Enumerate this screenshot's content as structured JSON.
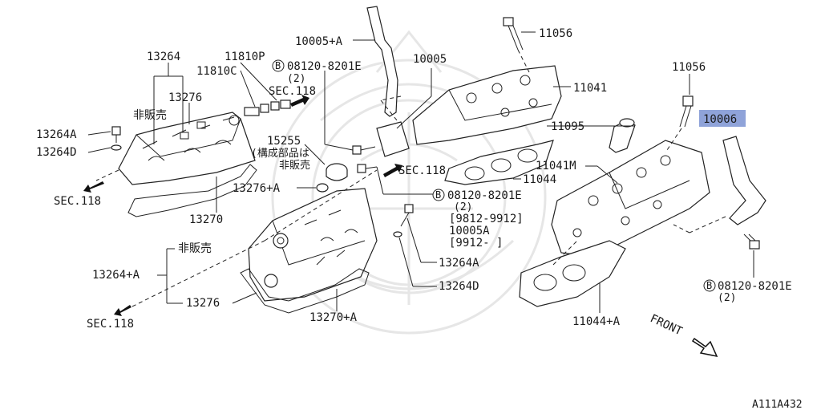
{
  "colors": {
    "highlight": "#8fa3d9",
    "ink": "#222222",
    "watermark": "#e6e6e6"
  },
  "labels": {
    "p13264": "13264",
    "p11810P": "11810P",
    "p11810C": "11810C",
    "b08120_top": "08120-8201E",
    "b_top_qty": "(2)",
    "sec118_top": "SEC.118",
    "p10005A": "10005+A",
    "p10005": "10005",
    "p11056_top": "11056",
    "p11041": "11041",
    "p13276_top": "13276",
    "hihanbai_top": "非販売",
    "p13264A": "13264A",
    "p13264D": "13264D",
    "sec118_left": "SEC.118",
    "p15255": "15255",
    "kousei": "(構成部品は",
    "hihanbai_mid": "非販売",
    "sec118_mid": "SEC.118",
    "p11095": "11095",
    "p11044": "11044",
    "p13276A": "13276+A",
    "p13270": "13270",
    "b08120_mid": "08120-8201E",
    "b_mid_qty": "(2)",
    "range1": "[9812-9912]",
    "p10005A2": "10005A",
    "range2": "[9912-  ]",
    "p11056_right": "11056",
    "p10006": "10006",
    "p11041M": "11041M",
    "hihanbai_low": "非販売",
    "p13264pA": "13264+A",
    "p13276_low": "13276",
    "sec118_bottom": "SEC.118",
    "p13264A_low": "13264A",
    "p13264D_low": "13264D",
    "p13270A": "13270+A",
    "p11044A": "11044+A",
    "b08120_right": "08120-8201E",
    "b_right_qty": "(2)",
    "front": "FRONT",
    "code": "A111A432",
    "b_symbol": "B"
  }
}
